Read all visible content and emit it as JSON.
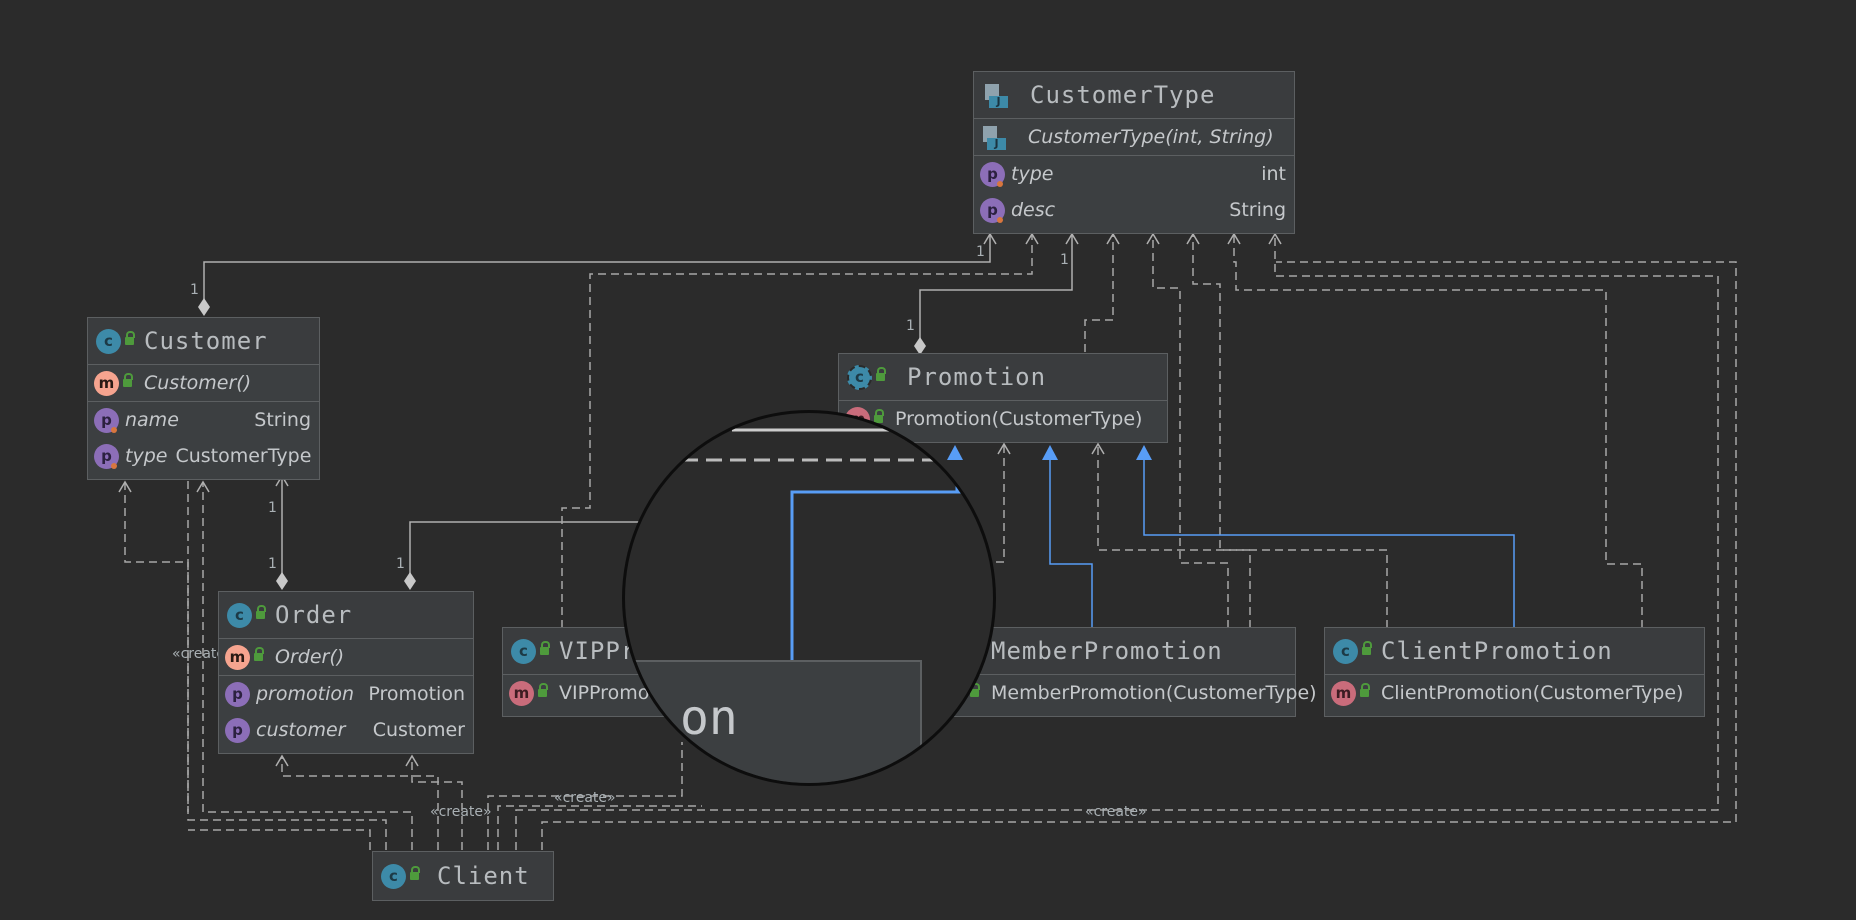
{
  "nodes": {
    "customer_type": {
      "name": "CustomerType",
      "constructor": "CustomerType(int, String)",
      "fields": [
        {
          "name": "type",
          "type": "int"
        },
        {
          "name": "desc",
          "type": "String"
        }
      ]
    },
    "customer": {
      "name": "Customer",
      "constructor": "Customer()",
      "fields": [
        {
          "name": "name",
          "type": "String"
        },
        {
          "name": "type",
          "type": "CustomerType"
        }
      ]
    },
    "promotion": {
      "name": "Promotion",
      "constructor": "Promotion(CustomerType)"
    },
    "order": {
      "name": "Order",
      "constructor": "Order()",
      "fields": [
        {
          "name": "promotion",
          "type": "Promotion"
        },
        {
          "name": "customer",
          "type": "Customer"
        }
      ]
    },
    "vip_promotion": {
      "name": "VIPPromotion",
      "constructor": "VIPPromotion(CustomerType)"
    },
    "member_promotion": {
      "name": "MemberPromotion",
      "constructor": "MemberPromotion(CustomerType)"
    },
    "client_promotion": {
      "name": "ClientPromotion",
      "constructor": "ClientPromotion(CustomerType)"
    },
    "client": {
      "name": "Client"
    }
  },
  "labels": {
    "multiplicity": "1",
    "create": "«create»"
  },
  "magnifier": {
    "text": "on"
  },
  "colors": {
    "background": "#2b2b2b",
    "node": "#3c3f41",
    "wire": "#bbbbbb",
    "realization": "#589df6"
  }
}
